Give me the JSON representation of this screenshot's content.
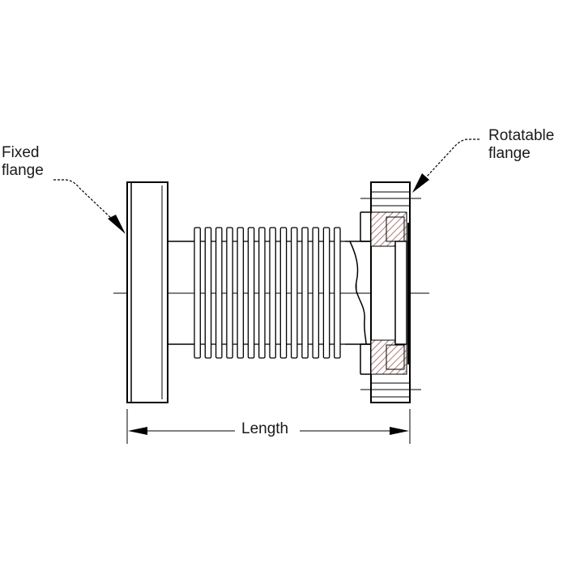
{
  "labels": {
    "fixed_flange": {
      "line1": "Fixed",
      "line2": "flange"
    },
    "rotatable_flange": {
      "line1": "Rotatable",
      "line2": "flange"
    },
    "length": "Length"
  },
  "colors": {
    "line": "#000000",
    "flange_fill": "#ffffff",
    "hatch": "#b07a7a",
    "background": "#ffffff"
  },
  "bellows": {
    "convolutions": 14
  }
}
